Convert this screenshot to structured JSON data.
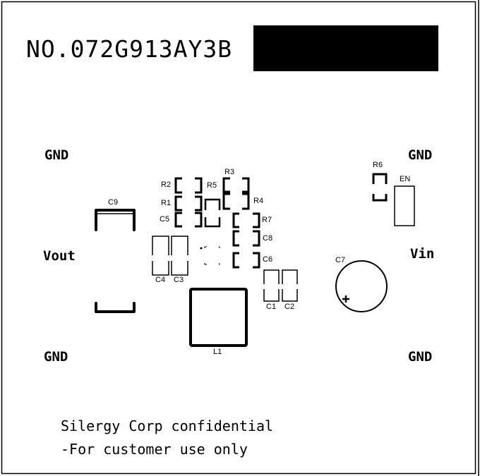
{
  "board": {
    "part_number": "NO.072G913AY3B",
    "redaction_color": "#000000",
    "background": "#ffffff",
    "ink": "#000000"
  },
  "terminals": {
    "gnd_top_left": "GND",
    "gnd_top_right": "GND",
    "gnd_bottom_left": "GND",
    "gnd_bottom_right": "GND",
    "vout": "Vout",
    "vin": "Vin",
    "en": "EN"
  },
  "components": {
    "C9": "C9",
    "R2": "R2",
    "R1": "R1",
    "C5": "C5",
    "R5": "R5",
    "R3": "R3",
    "R4": "R4",
    "R7": "R7",
    "C8": "C8",
    "C6": "C6",
    "C4": "C4",
    "C3": "C3",
    "C1": "C1",
    "C2": "C2",
    "C7": "C7",
    "C7_polarity": "+",
    "R6": "R6",
    "L1": "L1"
  },
  "footer": {
    "line1": "Silergy Corp confidential",
    "line2": "-For customer use only"
  }
}
